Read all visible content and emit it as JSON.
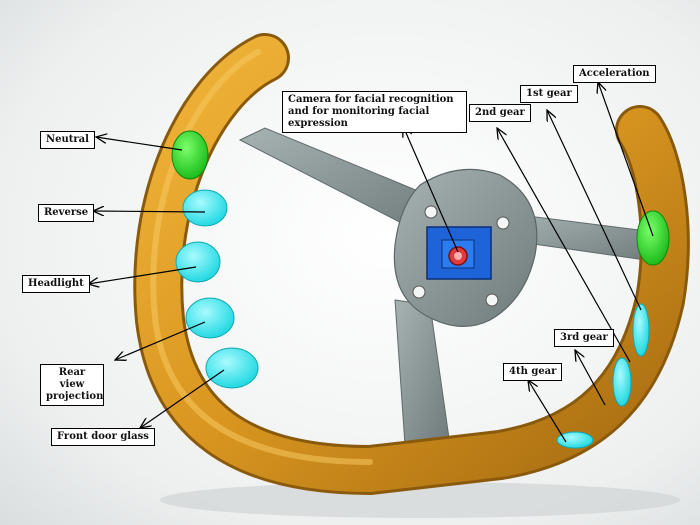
{
  "labels": {
    "camera": "Camera for facial recognition and for monitoring facial expression",
    "neutral": "Neutral",
    "reverse": "Reverse",
    "headlight": "Headlight",
    "rear_view": "Rear view projection",
    "front_door": "Front door glass",
    "acceleration": "Acceleration",
    "gear1": "1st gear",
    "gear2": "2nd gear",
    "gear3": "3rd gear",
    "gear4": "4th gear"
  },
  "colors": {
    "rim": "#d99620",
    "rim_dark": "#a56a10",
    "spoke": "#8d9a9c",
    "hub": "#7f8c8e",
    "green_button": "#2fd52f",
    "cyan_button": "#2ae8ef",
    "camera_blue": "#1f63d8",
    "camera_red": "#d02020"
  }
}
